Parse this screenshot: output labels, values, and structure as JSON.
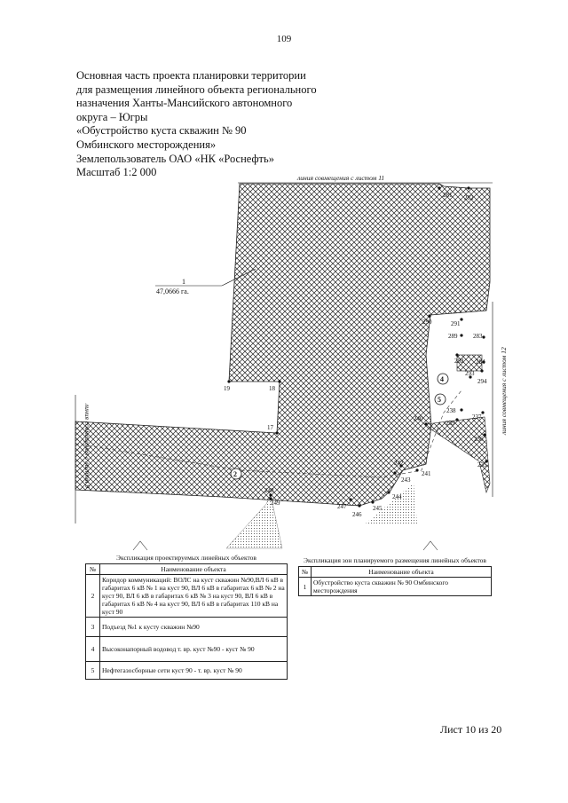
{
  "page_number": "109",
  "title_lines": [
    "Основная часть проекта планировки территории",
    "для размещения линейного объекта регионального",
    "назначения Ханты-Мансийского автономного",
    "округа – Югры",
    "«Обустройство куста скважин № 90",
    "Омбинского месторождения»",
    "Землепользователь ОАО «НК «Роснефть»",
    "Масштаб 1:2 000"
  ],
  "map": {
    "edge_labels": {
      "top": "линия совмещения с листом 11",
      "right": "линия совмещения с листом 12",
      "left": "линия совмещения с листом 9"
    },
    "zone": {
      "number": "1",
      "area": "47,0666 га."
    },
    "corridor_markers": [
      "2",
      "4",
      "5"
    ],
    "points": [
      "17",
      "18",
      "19",
      "235",
      "236",
      "237",
      "238",
      "239",
      "240",
      "241",
      "242",
      "243",
      "244",
      "245",
      "246",
      "247",
      "248",
      "249",
      "281",
      "282",
      "283",
      "284",
      "289",
      "290",
      "291",
      "292",
      "293",
      "294"
    ]
  },
  "legend_linear": {
    "caption": "Экспликация проектируемых линейных объектов",
    "headers": [
      "№",
      "Наименование объекта"
    ],
    "rows": [
      {
        "num": "2",
        "name": "Коридор коммуникаций: ВОЛС на куст скважин №90,ВЛ 6 кВ в габаритах 6 кВ № 1 на куст 90, ВЛ 6 кВ в габаритах 6 кВ № 2 на куст 90, ВЛ 6 кВ в габаритах 6 кВ № 3 на куст 90, ВЛ 6 кВ в габаритах 6 кВ № 4 на куст 90, ВЛ 6 кВ в габаритах 110 кВ на куст 90"
      },
      {
        "num": "3",
        "name": "Подъезд №1 к кусту скважин №90"
      },
      {
        "num": "4",
        "name": "Высоконапорный водовод т. вр. куст №90 - куст № 90"
      },
      {
        "num": "5",
        "name": "Нефтегазосборные сети куст 90 - т. вр. куст № 90"
      }
    ]
  },
  "legend_zones": {
    "caption": "Экспликация зон планируемого размещения линейных объектов",
    "headers": [
      "№",
      "Наименование объекта"
    ],
    "rows": [
      {
        "num": "1",
        "name": "Обустройство куста скважин № 90 Омбинского месторождения"
      }
    ]
  },
  "sheet": "Лист 10 из 20"
}
